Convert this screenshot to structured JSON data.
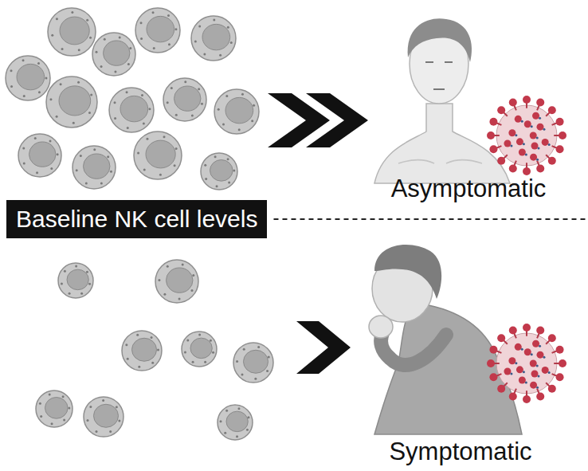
{
  "diagram": {
    "nodes": [
      {
        "text": [
          "Baseline NK cell levels"
        ]
      }
    ],
    "labels": [
      "Asymptomatic",
      "Symptomatic"
    ]
  }
}
